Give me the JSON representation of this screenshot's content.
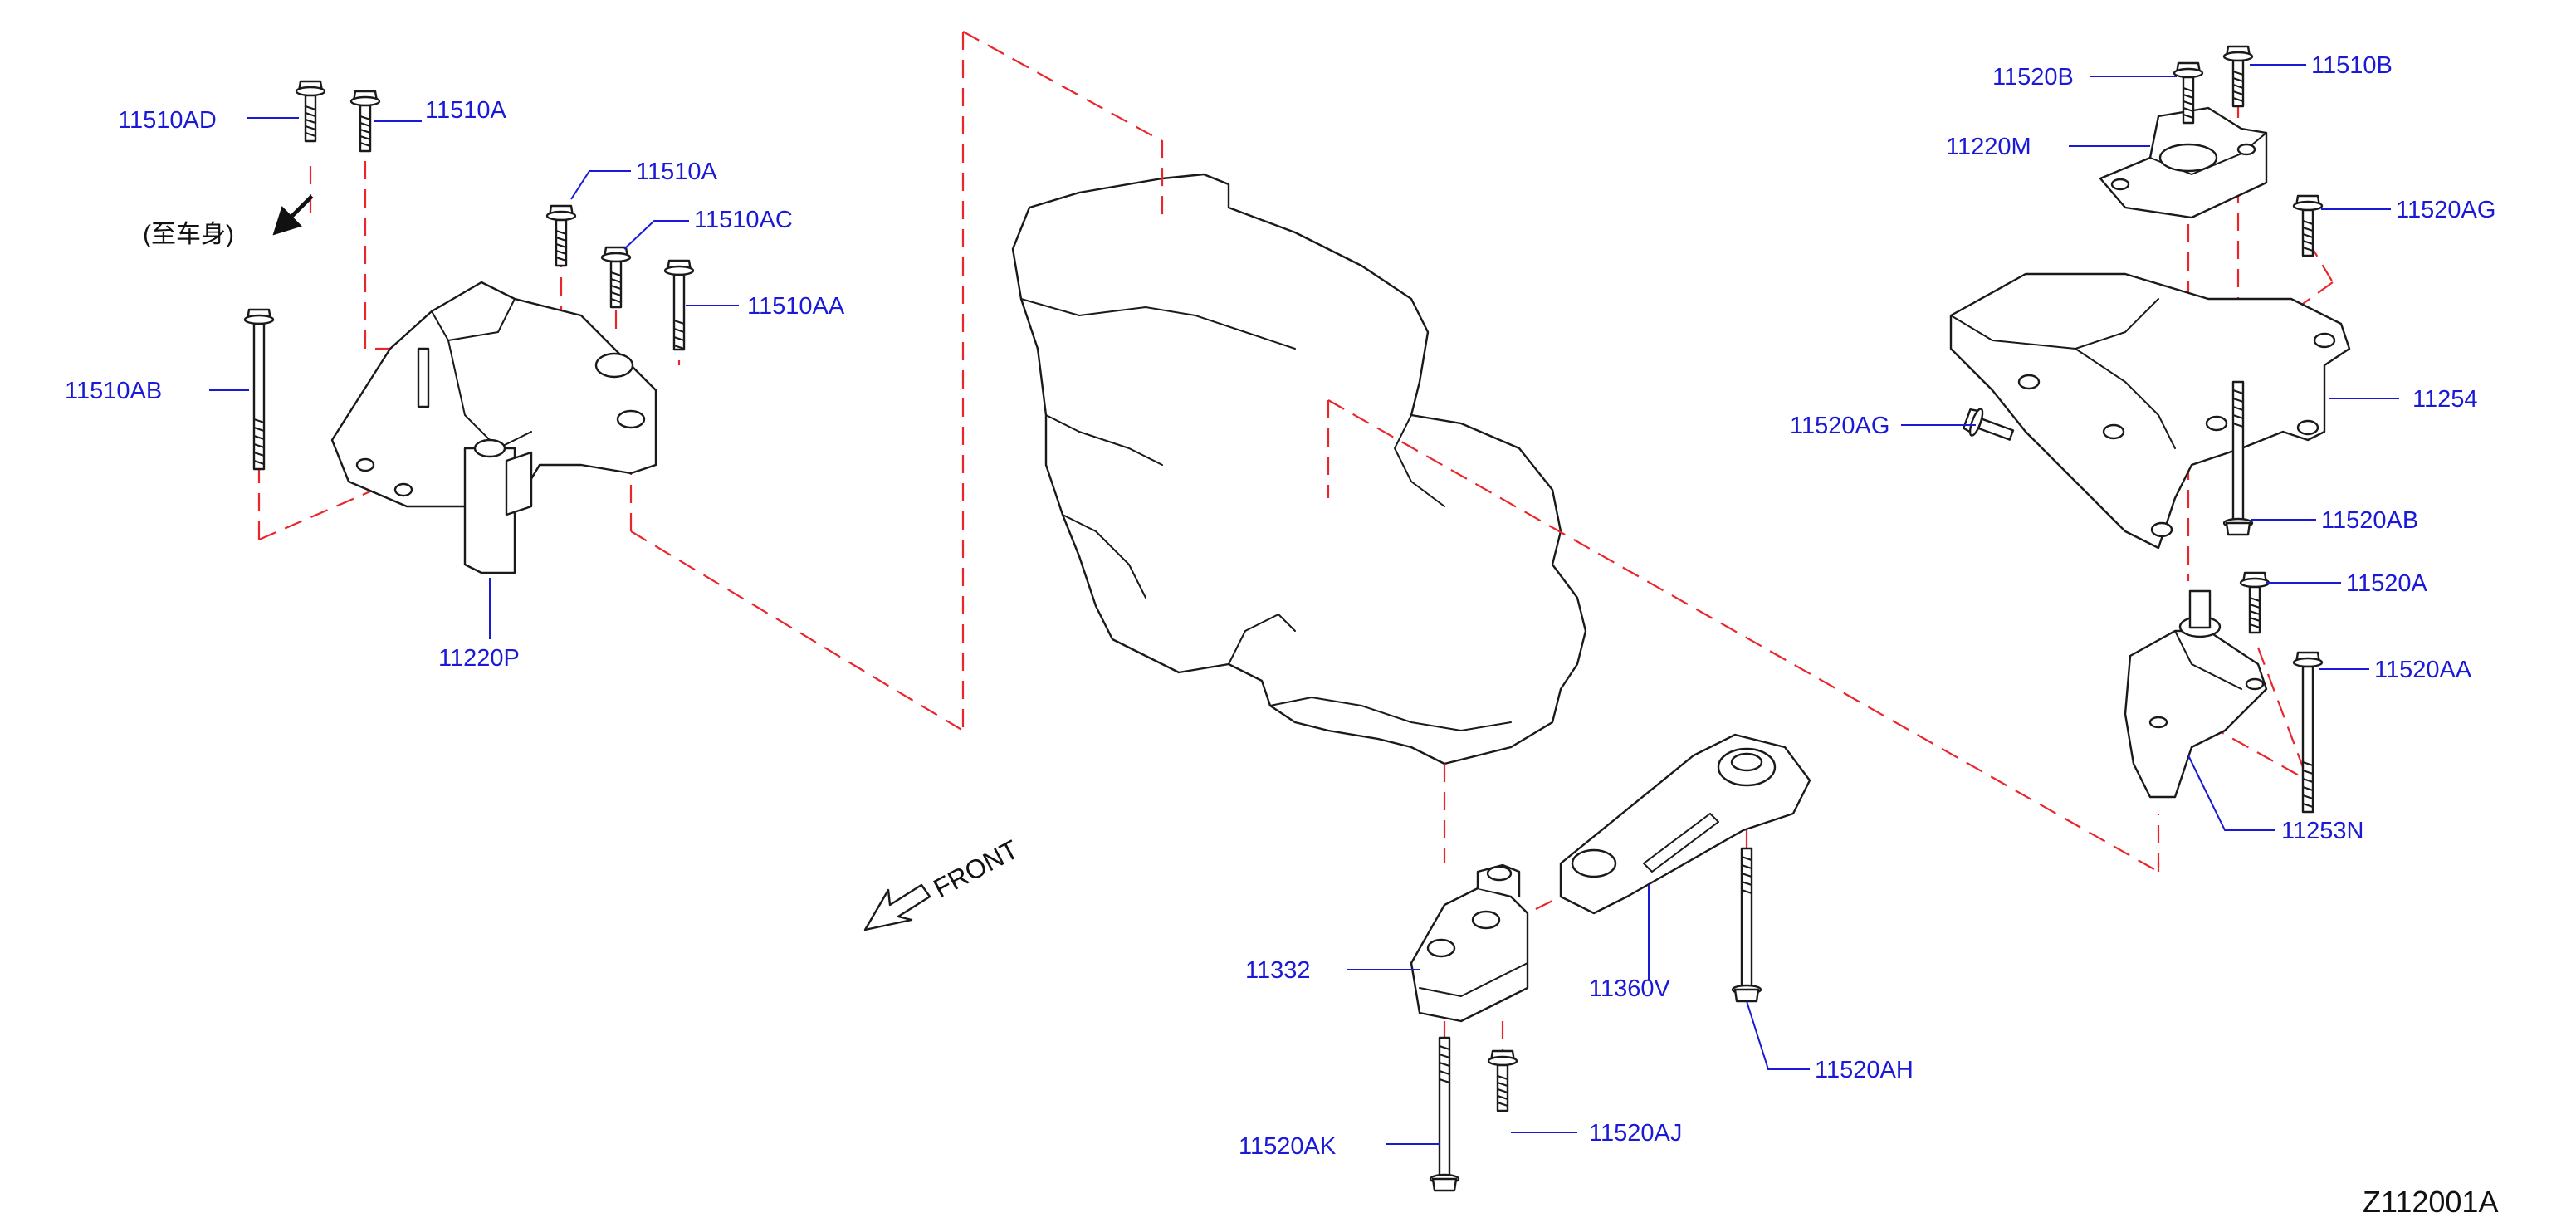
{
  "diagram_code": "Z112001A",
  "front_label": "FRONT",
  "to_body_label": "(至车身)",
  "parts": [
    {
      "id": "11510AD",
      "label": "11510AD"
    },
    {
      "id": "11510A-top",
      "label": "11510A"
    },
    {
      "id": "11510A-mid",
      "label": "11510A"
    },
    {
      "id": "11510AC",
      "label": "11510AC"
    },
    {
      "id": "11510AA",
      "label": "11510AA"
    },
    {
      "id": "11510AB",
      "label": "11510AB"
    },
    {
      "id": "11220P",
      "label": "11220P"
    },
    {
      "id": "11520B",
      "label": "11520B"
    },
    {
      "id": "11510B",
      "label": "11510B"
    },
    {
      "id": "11220M",
      "label": "11220M"
    },
    {
      "id": "11520AG-top",
      "label": "11520AG"
    },
    {
      "id": "11520AG-left",
      "label": "11520AG"
    },
    {
      "id": "11254",
      "label": "11254"
    },
    {
      "id": "11520AB",
      "label": "11520AB"
    },
    {
      "id": "11520A",
      "label": "11520A"
    },
    {
      "id": "11520AA",
      "label": "11520AA"
    },
    {
      "id": "11253N",
      "label": "11253N"
    },
    {
      "id": "11332",
      "label": "11332"
    },
    {
      "id": "11360V",
      "label": "11360V"
    },
    {
      "id": "11520AH",
      "label": "11520AH"
    },
    {
      "id": "11520AK",
      "label": "11520AK"
    },
    {
      "id": "11520AJ",
      "label": "11520AJ"
    }
  ],
  "colors": {
    "label": "#1a1ad6",
    "dash": "#e8262c",
    "outline": "#1a1a1a"
  }
}
